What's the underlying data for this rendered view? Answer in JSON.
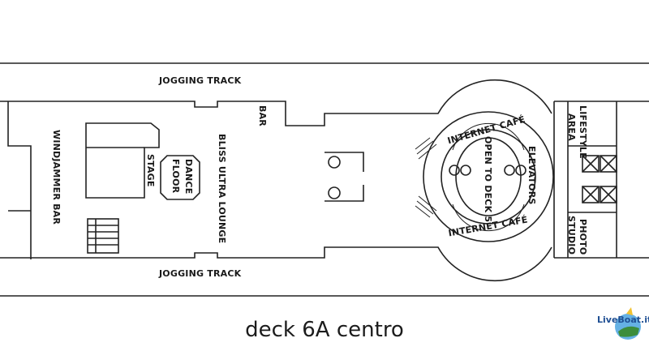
{
  "labels": {
    "jogging_track_top": "JOGGING TRACK",
    "jogging_track_bottom": "JOGGING TRACK",
    "windjammer_bar": "WINDJAMMER BAR",
    "stage": "STAGE",
    "dance_floor_line1": "DANCE",
    "dance_floor_line2": "FLOOR",
    "bliss_ultra_lounge": "BLISS ULTRA LOUNGE",
    "bar": "BAR",
    "internet_cafe_top": "INTERNET CAFÉ",
    "internet_cafe_bottom": "INTERNET CAFÉ",
    "open_to_deck": "OPEN TO DECK 5",
    "elevators": "ELEVATORS",
    "lifestyle_area_line1": "LIFESTYLE",
    "lifestyle_area_line2": "AREA",
    "photo_studio_line1": "PHOTO",
    "photo_studio_line2": "STUDIO"
  },
  "caption": "deck 6A centro",
  "logo": {
    "text": "LiveBoat.it",
    "icon": "liveboat-logo-icon"
  },
  "colors": {
    "line": "#222222",
    "background": "#ffffff",
    "logo_blue": "#1f4f93"
  }
}
